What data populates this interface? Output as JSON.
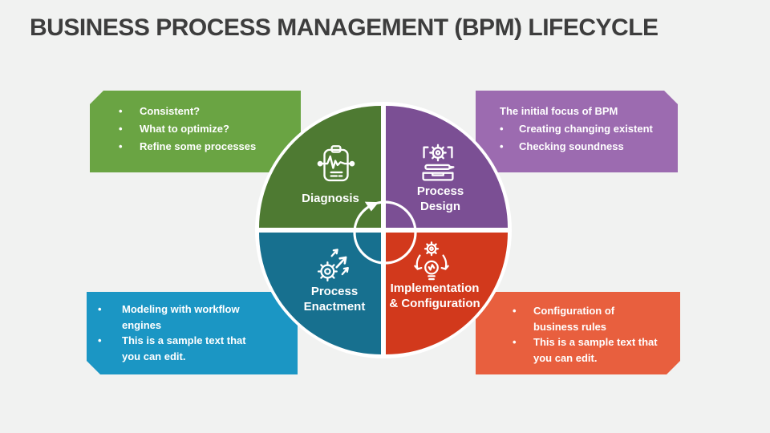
{
  "slide": {
    "title": "BUSINESS PROCESS MANAGEMENT (BPM) LIFECYCLE",
    "title_color": "#3d3d3d",
    "background_color": "#f1f2f1"
  },
  "callouts": {
    "diagnosis": {
      "color": "#6aa443",
      "bullets": [
        "Consistent?",
        "What to optimize?",
        "Refine some processes"
      ]
    },
    "process_design": {
      "color": "#9c6bb0",
      "heading": "The initial focus of BPM",
      "bullets": [
        "Creating changing existent",
        "Checking soundness"
      ]
    },
    "process_enactment": {
      "color": "#1b96c4",
      "bullets": [
        "Modeling with workflow\nengines",
        "This is a sample text that\nyou can edit."
      ]
    },
    "implementation": {
      "color": "#e85f3e",
      "bullets": [
        "Configuration of\nbusiness rules",
        "This is a sample text that\nyou can edit."
      ]
    }
  },
  "cycle": {
    "divider_color": "#ffffff",
    "center_icon": "clockwise-cycle-arrow-icon",
    "quadrants": [
      {
        "label": "Diagnosis",
        "color": "#4e7a32",
        "icon": "clipboard-pulse-icon"
      },
      {
        "label": "Process\nDesign",
        "color": "#7b4f94",
        "icon": "gear-laptop-icon"
      },
      {
        "label": "Process\nEnactment",
        "color": "#17708f",
        "icon": "gear-arrows-icon"
      },
      {
        "label": "Implementation\n& Configuration",
        "color": "#d2391c",
        "icon": "cycle-gear-bulb-icon"
      }
    ]
  }
}
